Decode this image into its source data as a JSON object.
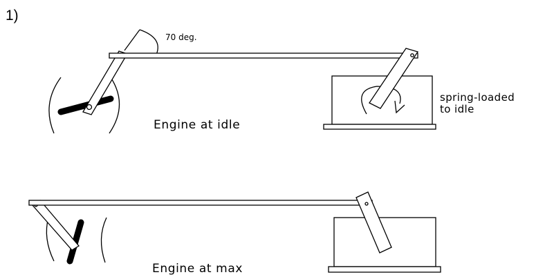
{
  "figure": {
    "number": "1)"
  },
  "idle_state": {
    "label": "Engine at idle",
    "angle_label": "70 deg.",
    "spring_note_line1": "spring-loaded",
    "spring_note_line2": "to idle"
  },
  "max_state": {
    "label": "Engine at max"
  }
}
